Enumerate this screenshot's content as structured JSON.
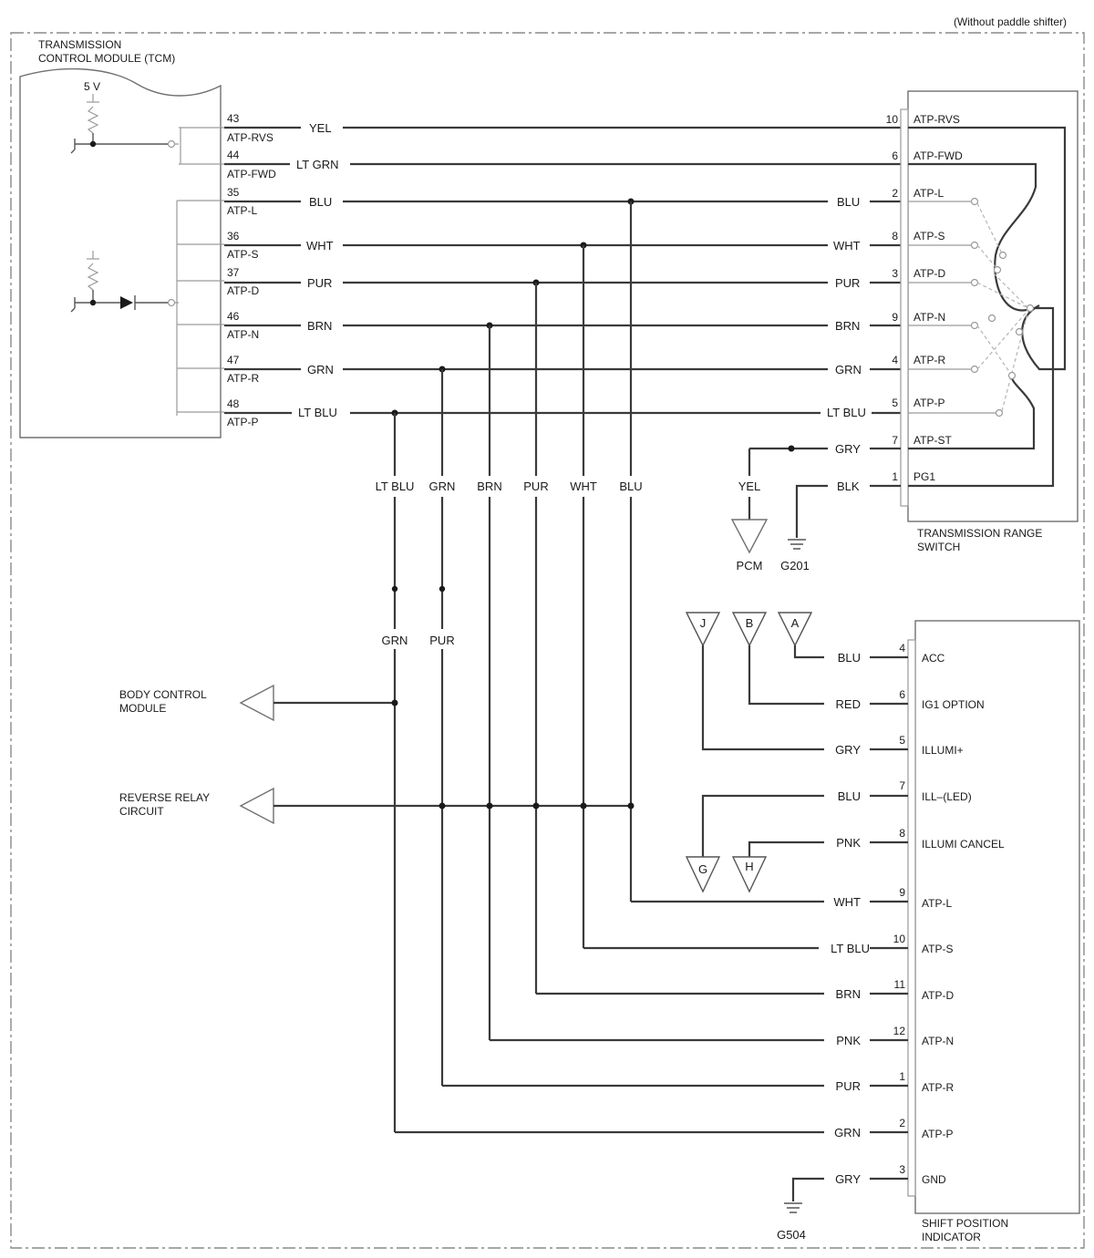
{
  "header_note": "(Without paddle shifter)",
  "tcm": {
    "title_line1": "TRANSMISSION",
    "title_line2": "CONTROL MODULE (TCM)",
    "supply": "5 V",
    "pins": [
      {
        "num": "43",
        "name": "ATP-RVS",
        "wire": "YEL"
      },
      {
        "num": "44",
        "name": "ATP-FWD",
        "wire": "LT GRN"
      },
      {
        "num": "35",
        "name": "ATP-L",
        "wire": "BLU"
      },
      {
        "num": "36",
        "name": "ATP-S",
        "wire": "WHT"
      },
      {
        "num": "37",
        "name": "ATP-D",
        "wire": "PUR"
      },
      {
        "num": "46",
        "name": "ATP-N",
        "wire": "BRN"
      },
      {
        "num": "47",
        "name": "ATP-R",
        "wire": "GRN"
      },
      {
        "num": "48",
        "name": "ATP-P",
        "wire": "LT BLU"
      }
    ]
  },
  "trs": {
    "title_line1": "TRANSMISSION RANGE",
    "title_line2": "SWITCH",
    "pins": [
      {
        "num": "10",
        "name": "ATP-RVS",
        "wire": ""
      },
      {
        "num": "6",
        "name": "ATP-FWD",
        "wire": ""
      },
      {
        "num": "2",
        "name": "ATP-L",
        "wire": "BLU"
      },
      {
        "num": "8",
        "name": "ATP-S",
        "wire": "WHT"
      },
      {
        "num": "3",
        "name": "ATP-D",
        "wire": "PUR"
      },
      {
        "num": "9",
        "name": "ATP-N",
        "wire": "BRN"
      },
      {
        "num": "4",
        "name": "ATP-R",
        "wire": "GRN"
      },
      {
        "num": "5",
        "name": "ATP-P",
        "wire": "LT BLU"
      },
      {
        "num": "7",
        "name": "ATP-ST",
        "wire": "GRY"
      },
      {
        "num": "1",
        "name": "PG1",
        "wire": "BLK"
      }
    ],
    "st_branch_wire": "YEL",
    "pcm_label": "PCM",
    "ground": "G201"
  },
  "trunk_labels_upper": [
    "LT BLU",
    "GRN",
    "BRN",
    "PUR",
    "WHT",
    "BLU"
  ],
  "trunk_labels_lower": [
    "GRN",
    "PUR"
  ],
  "outputs": [
    {
      "line1": "BODY CONTROL",
      "line2": "MODULE"
    },
    {
      "line1": "REVERSE RELAY",
      "line2": "CIRCUIT"
    }
  ],
  "spi": {
    "title_line1": "SHIFT POSITION",
    "title_line2": "INDICATOR",
    "pins": [
      {
        "num": "4",
        "name": "ACC",
        "wire": "BLU"
      },
      {
        "num": "6",
        "name": "IG1 OPTION",
        "wire": "RED"
      },
      {
        "num": "5",
        "name": "ILLUMI+",
        "wire": "GRY"
      },
      {
        "num": "7",
        "name": "ILL–(LED)",
        "wire": "BLU"
      },
      {
        "num": "8",
        "name": "ILLUMI CANCEL",
        "wire": "PNK"
      },
      {
        "num": "9",
        "name": "ATP-L",
        "wire": "WHT"
      },
      {
        "num": "10",
        "name": "ATP-S",
        "wire": "LT BLU"
      },
      {
        "num": "11",
        "name": "ATP-D",
        "wire": "BRN"
      },
      {
        "num": "12",
        "name": "ATP-N",
        "wire": "PNK"
      },
      {
        "num": "1",
        "name": "ATP-R",
        "wire": "PUR"
      },
      {
        "num": "2",
        "name": "ATP-P",
        "wire": "GRN"
      },
      {
        "num": "3",
        "name": "GND",
        "wire": "GRY"
      }
    ],
    "ground": "G504"
  },
  "connectors_top": [
    "J",
    "B",
    "A"
  ],
  "connectors_bottom": [
    "G",
    "H"
  ]
}
